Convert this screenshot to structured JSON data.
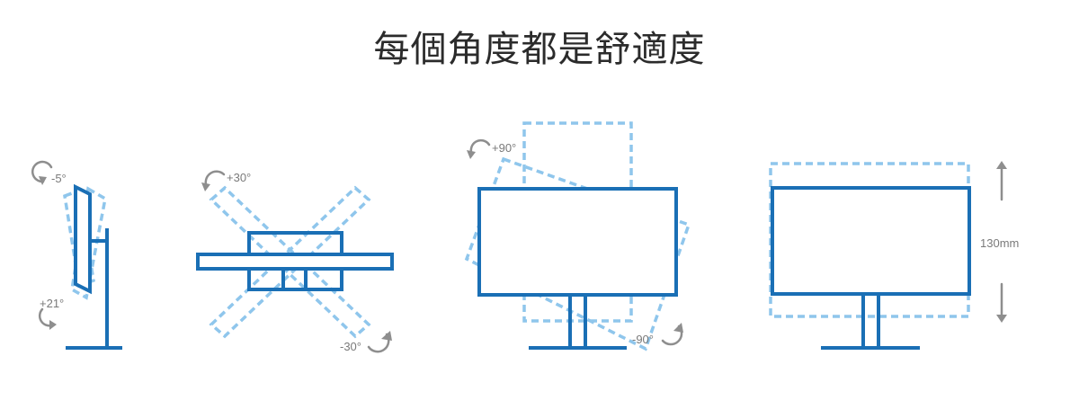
{
  "title": "每個角度都是舒適度",
  "labels": {
    "tilt_back": "-5°",
    "tilt_forward": "+21°",
    "swivel_left": "+30°",
    "swivel_right": "-30°",
    "pivot_cw": "+90°",
    "pivot_ccw": "-90°",
    "height": "130mm"
  },
  "colors": {
    "outline": "#1a6fb5",
    "dashed": "#8fc6ec",
    "arrows": "#8e8e8e"
  },
  "icons": [
    "rotate-arrow-icon",
    "vertical-arrow-icon"
  ]
}
